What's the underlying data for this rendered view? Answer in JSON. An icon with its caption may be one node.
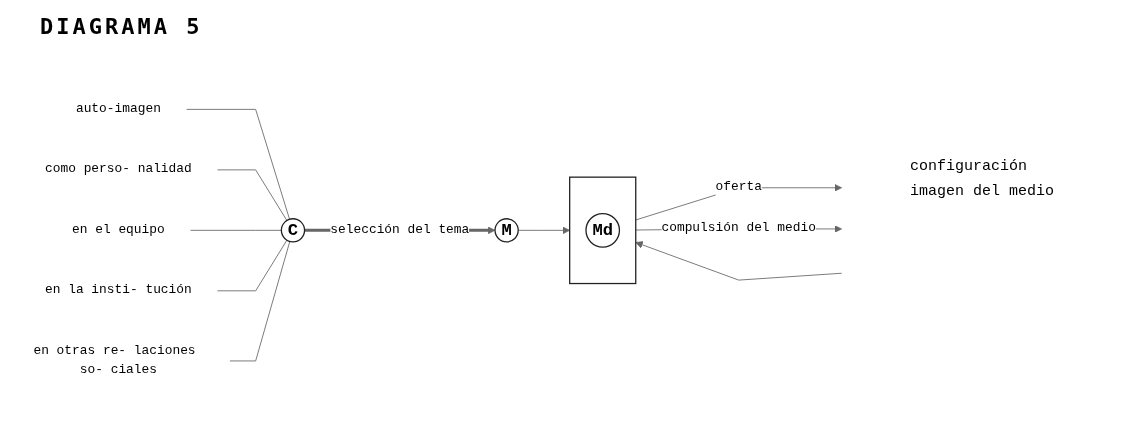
{
  "diagram": {
    "title": "DIAGRAMA 5",
    "nodes": [
      {
        "text": [
          "auto-imagen"
        ]
      },
      {
        "text": [
          "como perso- nalidad"
        ]
      },
      {
        "text": [
          "en el equipo"
        ]
      },
      {
        "text": [
          "en la insti- tución"
        ]
      },
      {
        "text": [
          "en otras re- laciones so- ciales"
        ]
      },
      {
        "text": [
          "C"
        ]
      },
      {
        "text": [
          "M"
        ]
      },
      {
        "text": [],
        "shape": "box"
      },
      {
        "text": [
          "Md"
        ],
        "in": 7
      }
    ],
    "edges": [
      {
        "from": 0,
        "to": 5,
        "arrow": "none"
      },
      {
        "from": 1,
        "to": 5,
        "arrow": "none"
      },
      {
        "from": 2,
        "to": 5,
        "arrow": "none"
      },
      {
        "from": 3,
        "to": 5,
        "arrow": "none"
      },
      {
        "from": 4,
        "to": 5,
        "arrow": "none"
      },
      {
        "from": 5,
        "to": 6,
        "label": "selección del tema",
        "arrow": "to",
        "style": "thick"
      },
      {
        "from": 6,
        "to": 7,
        "arrow": "to"
      },
      {
        "from": null,
        "to": 7,
        "arrow": "to"
      },
      {
        "from": 7,
        "to": null,
        "label": "oferta",
        "arrow": "to"
      },
      {
        "from": 7,
        "to": null,
        "label": "compulsión del medio",
        "arrow": "to"
      }
    ],
    "labels": [
      "configuración",
      "imagen del medio"
    ]
  }
}
